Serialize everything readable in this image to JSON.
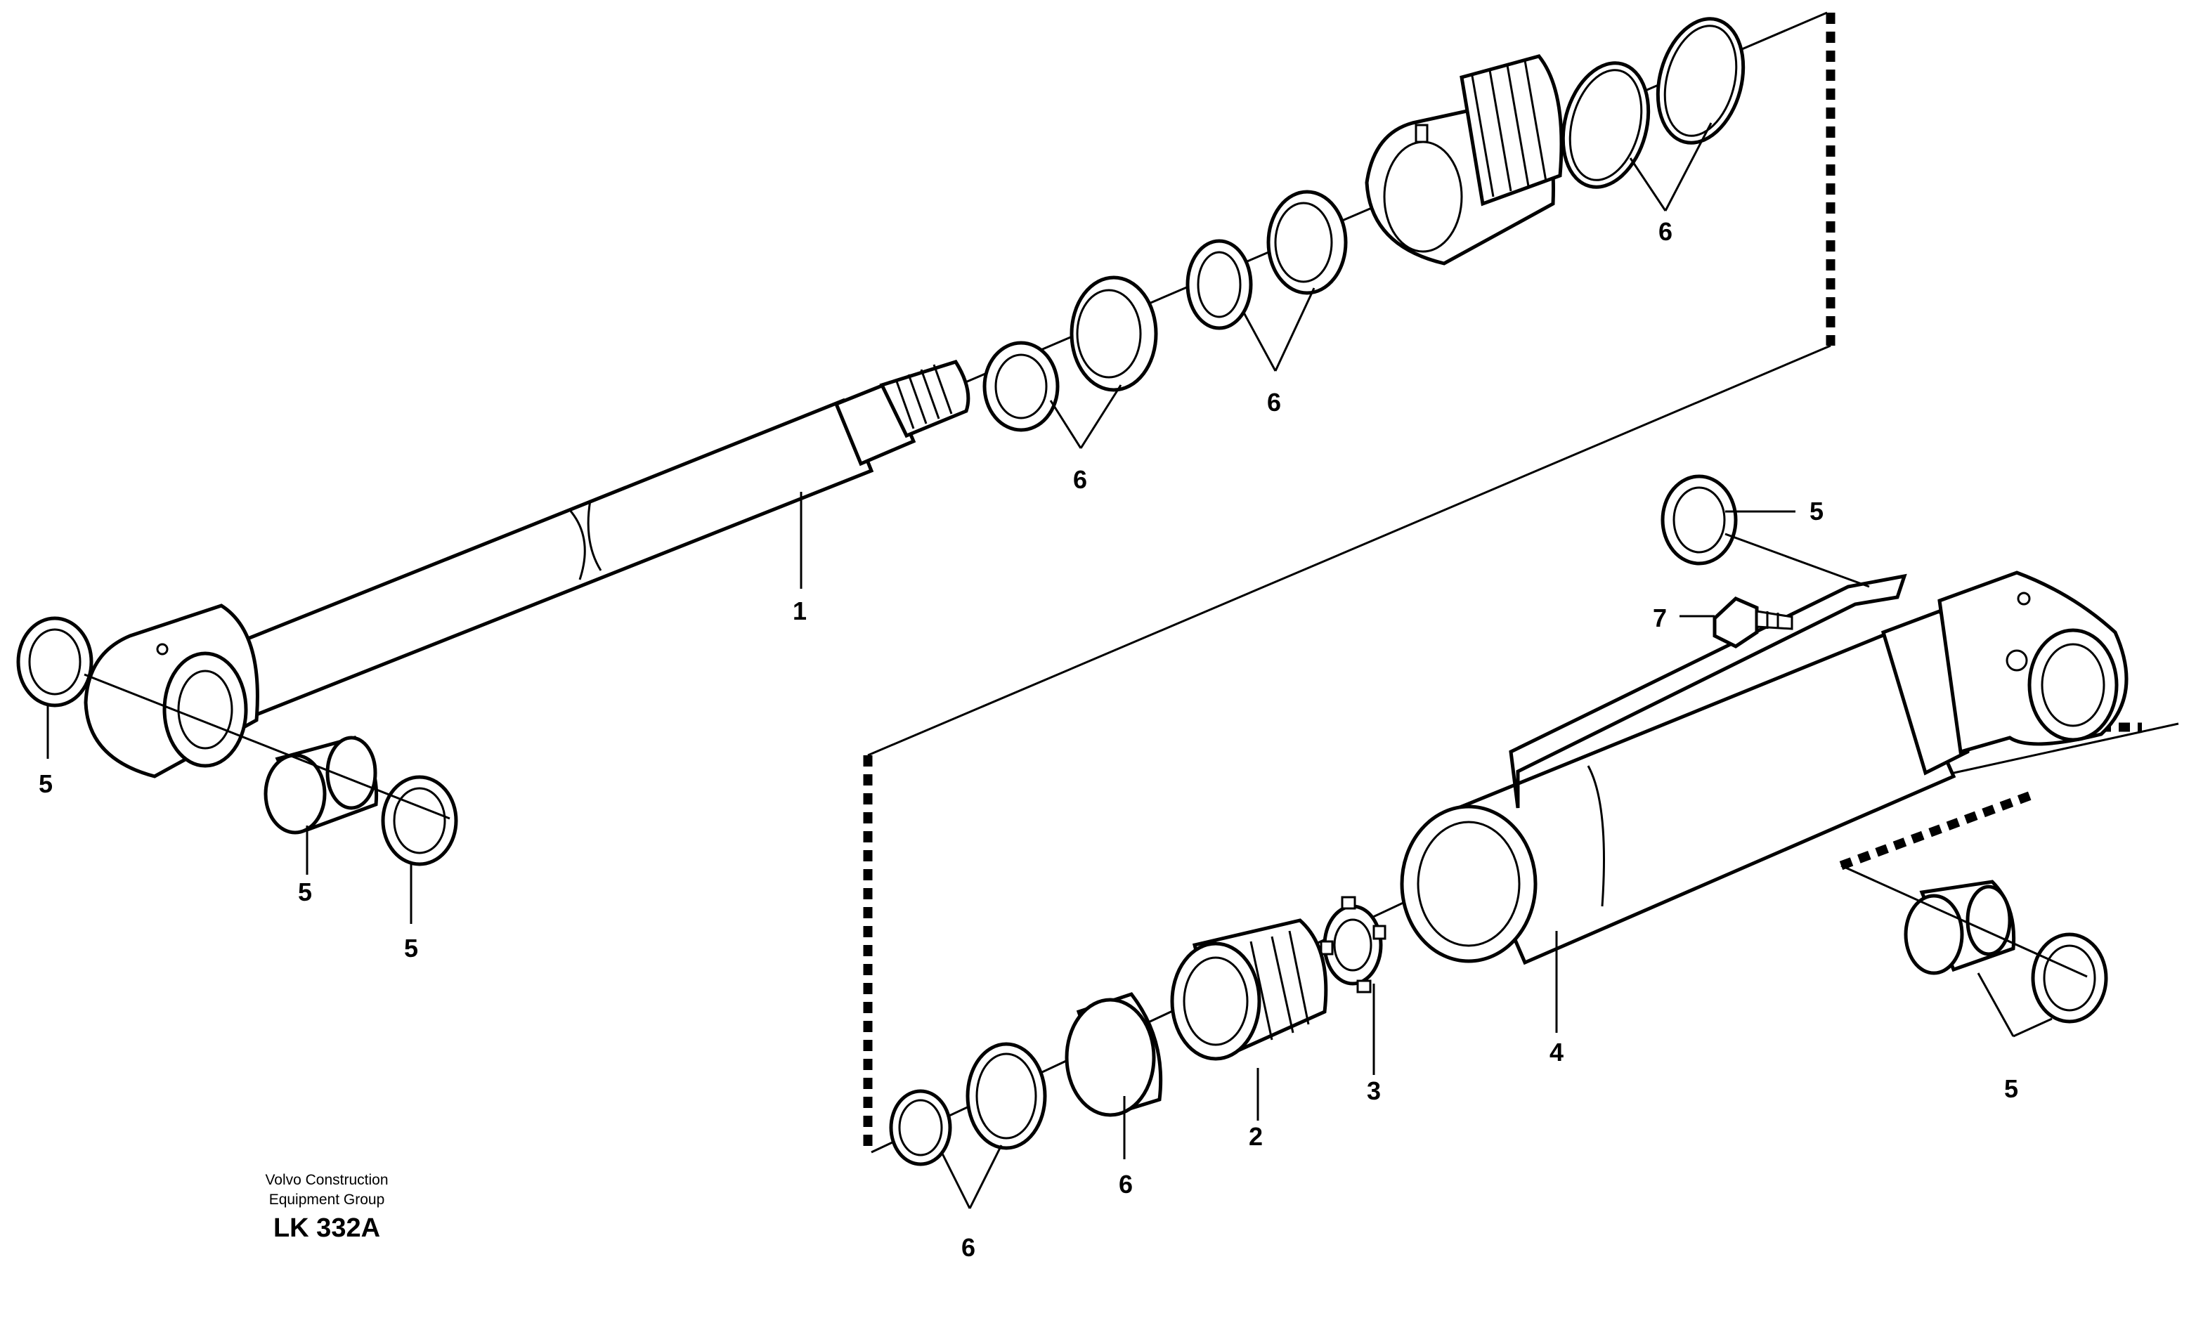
{
  "labels": {
    "rod": "1",
    "piston": "2",
    "nut": "3",
    "cylinder_tube": "4",
    "bushing_seal": "5",
    "seal_kit": "6",
    "valve": "7"
  },
  "credit": {
    "line1": "Volvo Construction",
    "line2": "Equipment Group"
  },
  "drawing_code": "LK 332A"
}
